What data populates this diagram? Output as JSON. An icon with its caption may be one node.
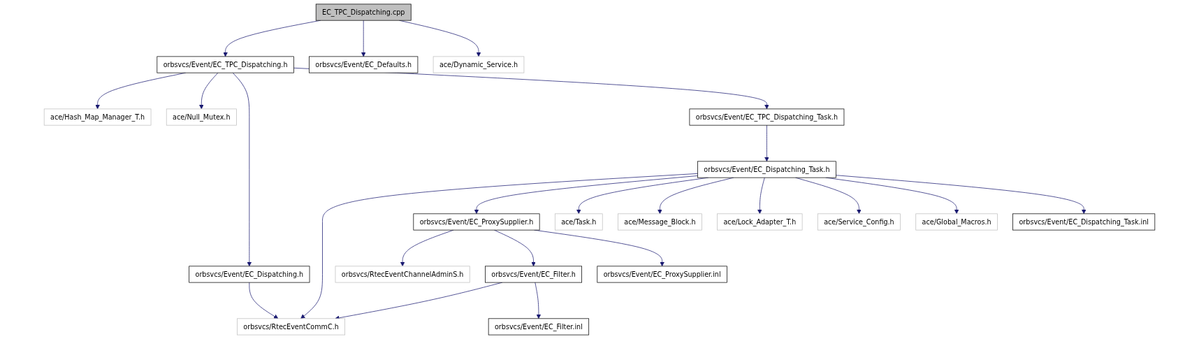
{
  "diagram": {
    "nodes": [
      {
        "text": [
          "EC_TPC_Dispatching.cpp"
        ]
      },
      {
        "text": [
          "orbsvcs/Event/EC_TPC_Dispatching.h"
        ]
      },
      {
        "text": [
          "orbsvcs/Event/EC_Defaults.h"
        ]
      },
      {
        "text": [
          "ace/Dynamic_Service.h"
        ]
      },
      {
        "text": [
          "ace/Hash_Map_Manager_T.h"
        ]
      },
      {
        "text": [
          "ace/Null_Mutex.h"
        ]
      },
      {
        "text": [
          "orbsvcs/Event/EC_TPC_Dispatching_Task.h"
        ]
      },
      {
        "text": [
          "orbsvcs/Event/EC_Dispatching.h"
        ]
      },
      {
        "text": [
          "orbsvcs/Event/EC_Dispatching_Task.h"
        ]
      },
      {
        "text": [
          "orbsvcs/Event/EC_ProxySupplier.h"
        ]
      },
      {
        "text": [
          "ace/Task.h"
        ]
      },
      {
        "text": [
          "ace/Message_Block.h"
        ]
      },
      {
        "text": [
          "ace/Lock_Adapter_T.h"
        ]
      },
      {
        "text": [
          "ace/Service_Config.h"
        ]
      },
      {
        "text": [
          "ace/Global_Macros.h"
        ]
      },
      {
        "text": [
          "orbsvcs/Event/EC_Dispatching_Task.inl"
        ]
      },
      {
        "text": [
          "orbsvcs/RtecEventChannelAdminS.h"
        ]
      },
      {
        "text": [
          "orbsvcs/Event/EC_Filter.h"
        ]
      },
      {
        "text": [
          "orbsvcs/Event/EC_ProxySupplier.inl"
        ]
      },
      {
        "text": [
          "orbsvcs/RtecEventCommC.h"
        ]
      },
      {
        "text": [
          "orbsvcs/Event/EC_Filter.inl"
        ]
      }
    ],
    "edges": [
      {
        "from": 0,
        "to": 1,
        "arrow": "to"
      },
      {
        "from": 0,
        "to": 2,
        "arrow": "to"
      },
      {
        "from": 0,
        "to": 3,
        "arrow": "to"
      },
      {
        "from": 1,
        "to": 4,
        "arrow": "to"
      },
      {
        "from": 1,
        "to": 5,
        "arrow": "to"
      },
      {
        "from": 1,
        "to": 7,
        "arrow": "to"
      },
      {
        "from": 1,
        "to": 6,
        "arrow": "to"
      },
      {
        "from": 6,
        "to": 8,
        "arrow": "to"
      },
      {
        "from": 7,
        "to": 19,
        "arrow": "to"
      },
      {
        "from": 8,
        "to": 19,
        "arrow": "to"
      },
      {
        "from": 8,
        "to": 9,
        "arrow": "to"
      },
      {
        "from": 8,
        "to": 10,
        "arrow": "to"
      },
      {
        "from": 8,
        "to": 11,
        "arrow": "to"
      },
      {
        "from": 8,
        "to": 12,
        "arrow": "to"
      },
      {
        "from": 8,
        "to": 13,
        "arrow": "to"
      },
      {
        "from": 8,
        "to": 14,
        "arrow": "to"
      },
      {
        "from": 8,
        "to": 15,
        "arrow": "to"
      },
      {
        "from": 9,
        "to": 16,
        "arrow": "to"
      },
      {
        "from": 9,
        "to": 17,
        "arrow": "to"
      },
      {
        "from": 9,
        "to": 18,
        "arrow": "to"
      },
      {
        "from": 17,
        "to": 19,
        "arrow": "to"
      },
      {
        "from": 17,
        "to": 20,
        "arrow": "to"
      }
    ]
  }
}
